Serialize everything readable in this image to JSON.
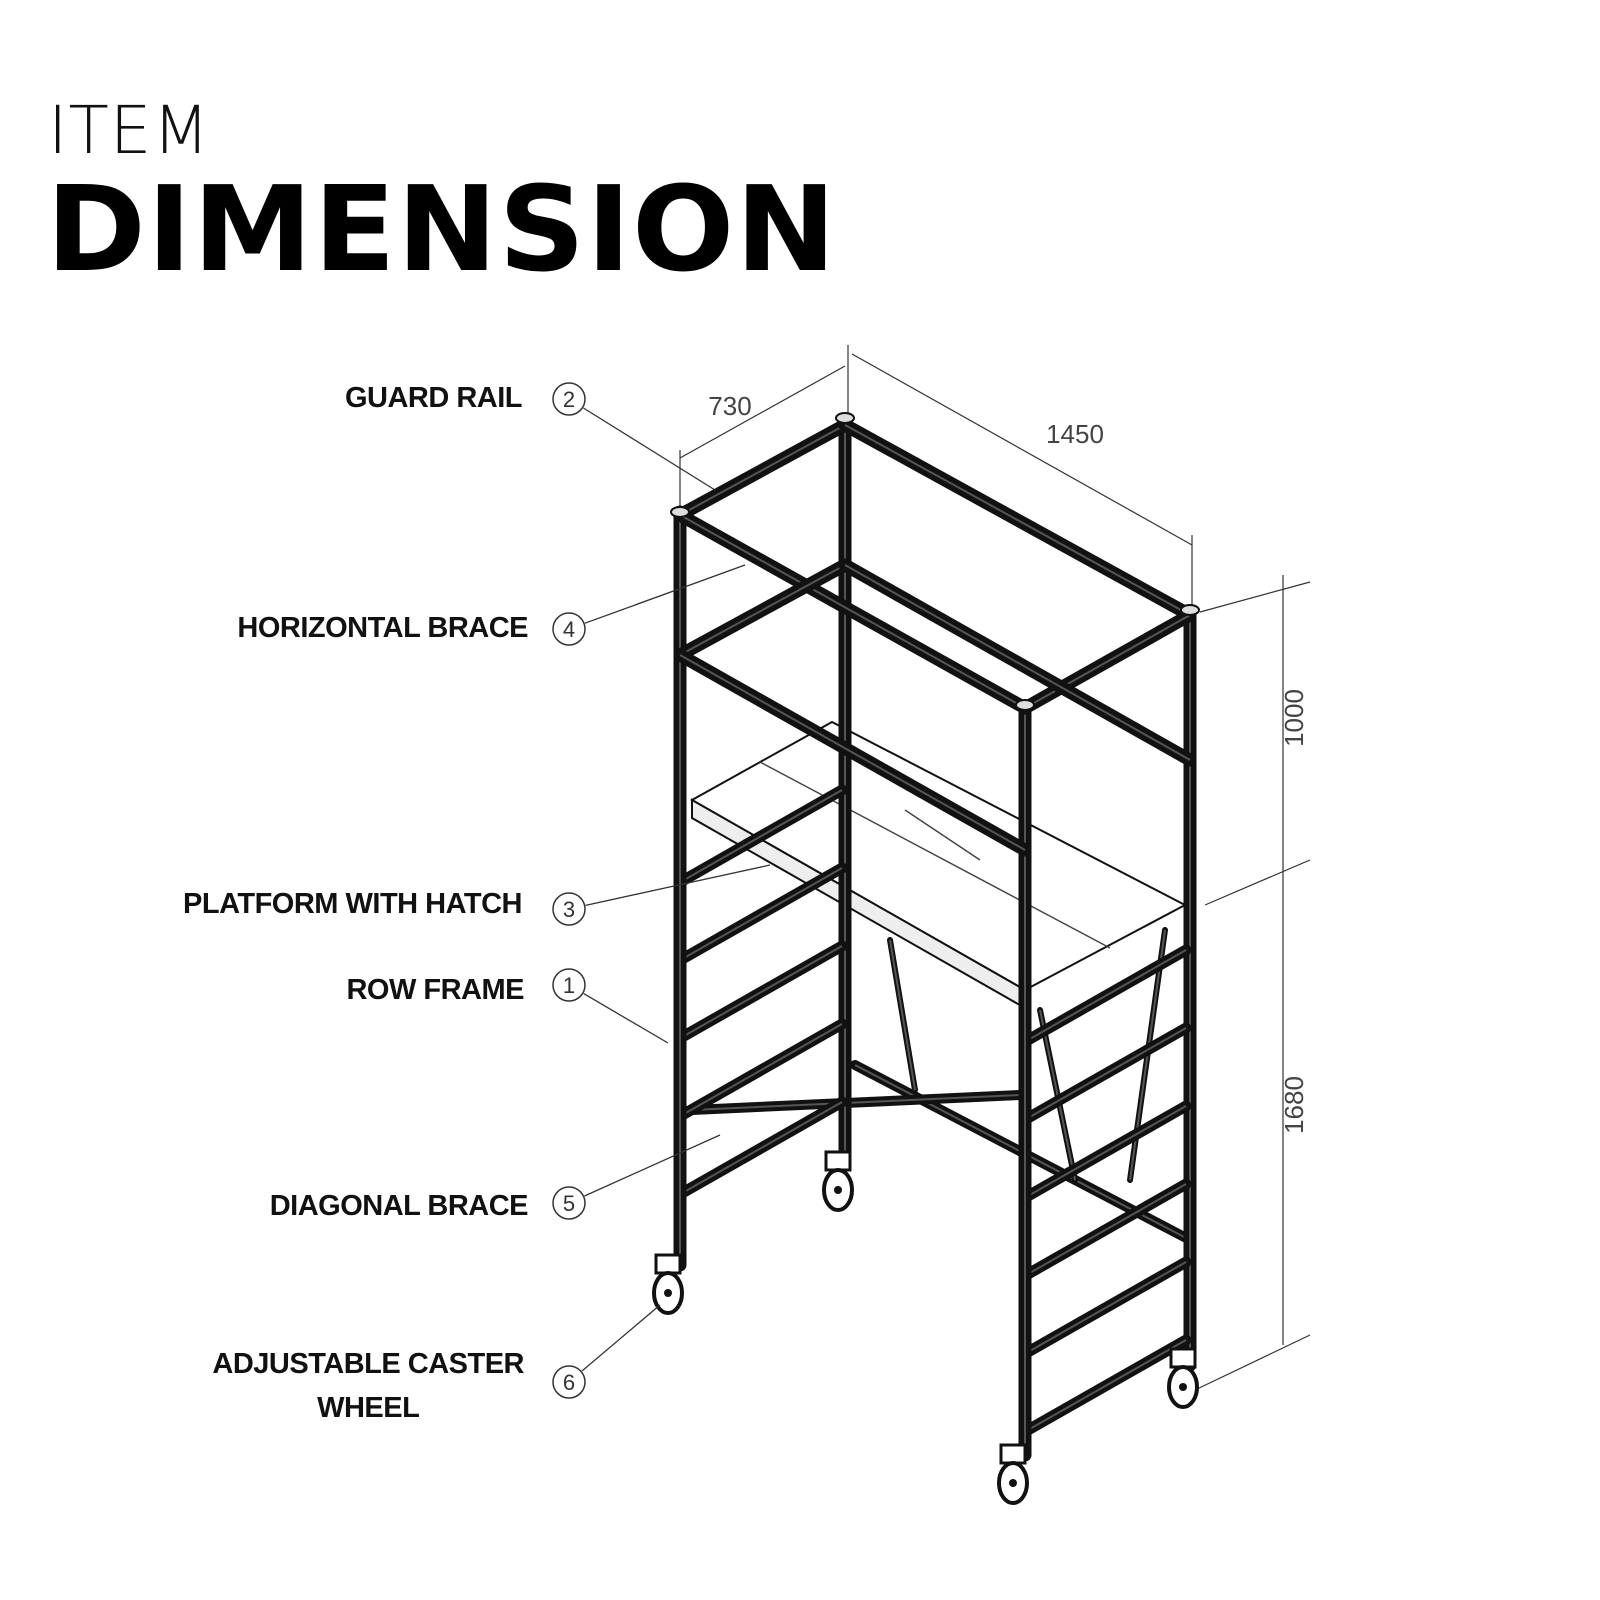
{
  "title": {
    "line1": "ITEM",
    "line2": "DIMENSION"
  },
  "parts": [
    {
      "number": "2",
      "label": "GUARD RAIL"
    },
    {
      "number": "4",
      "label": "HORIZONTAL BRACE"
    },
    {
      "number": "3",
      "label": "PLATFORM WITH HATCH"
    },
    {
      "number": "1",
      "label": "ROW FRAME"
    },
    {
      "number": "5",
      "label": "DIAGONAL BRACE"
    },
    {
      "number": "6",
      "label": "ADJUSTABLE CASTER WHEEL",
      "line1": "ADJUSTABLE CASTER",
      "line2": "WHEEL"
    }
  ],
  "dimensions": {
    "width": "730",
    "length": "1450",
    "guard_height": "1000",
    "platform_height": "1680"
  }
}
